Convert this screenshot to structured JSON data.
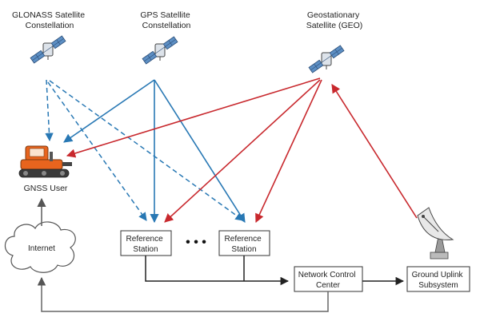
{
  "satellites": {
    "glonass": [
      "GLONASS Satellite",
      "Constellation"
    ],
    "gps": [
      "GPS Satellite",
      "Constellation"
    ],
    "geo": [
      "Geostationary",
      "Satellite (GEO)"
    ]
  },
  "user_label": "GNSS User",
  "internet_label": "Internet",
  "stations": {
    "left": [
      "Reference",
      "Station"
    ],
    "right": [
      "Reference",
      "Station"
    ],
    "ellipsis": "• • •"
  },
  "ncc": [
    "Network Control",
    "Center"
  ],
  "uplink": [
    "Ground Uplink",
    "Subsystem"
  ],
  "colors": {
    "blue": "#2878b4",
    "red": "#c8282d",
    "gray": "#5a5a5a",
    "tractor_orange": "#e8641e"
  }
}
